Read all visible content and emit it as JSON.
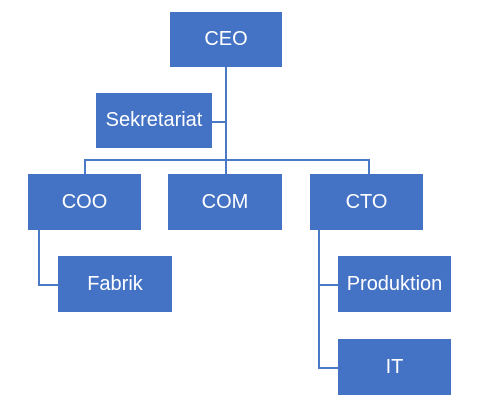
{
  "org_chart": {
    "box_color": "#4472c4",
    "line_color": "#4a79c5",
    "text_color": "#ffffff",
    "root": {
      "label": "CEO"
    },
    "assistant": {
      "label": "Sekretariat"
    },
    "level2": [
      {
        "label": "COO"
      },
      {
        "label": "COM"
      },
      {
        "label": "CTO"
      }
    ],
    "coo_children": [
      {
        "label": "Fabrik"
      }
    ],
    "cto_children": [
      {
        "label": "Produktion"
      },
      {
        "label": "IT"
      }
    ]
  }
}
